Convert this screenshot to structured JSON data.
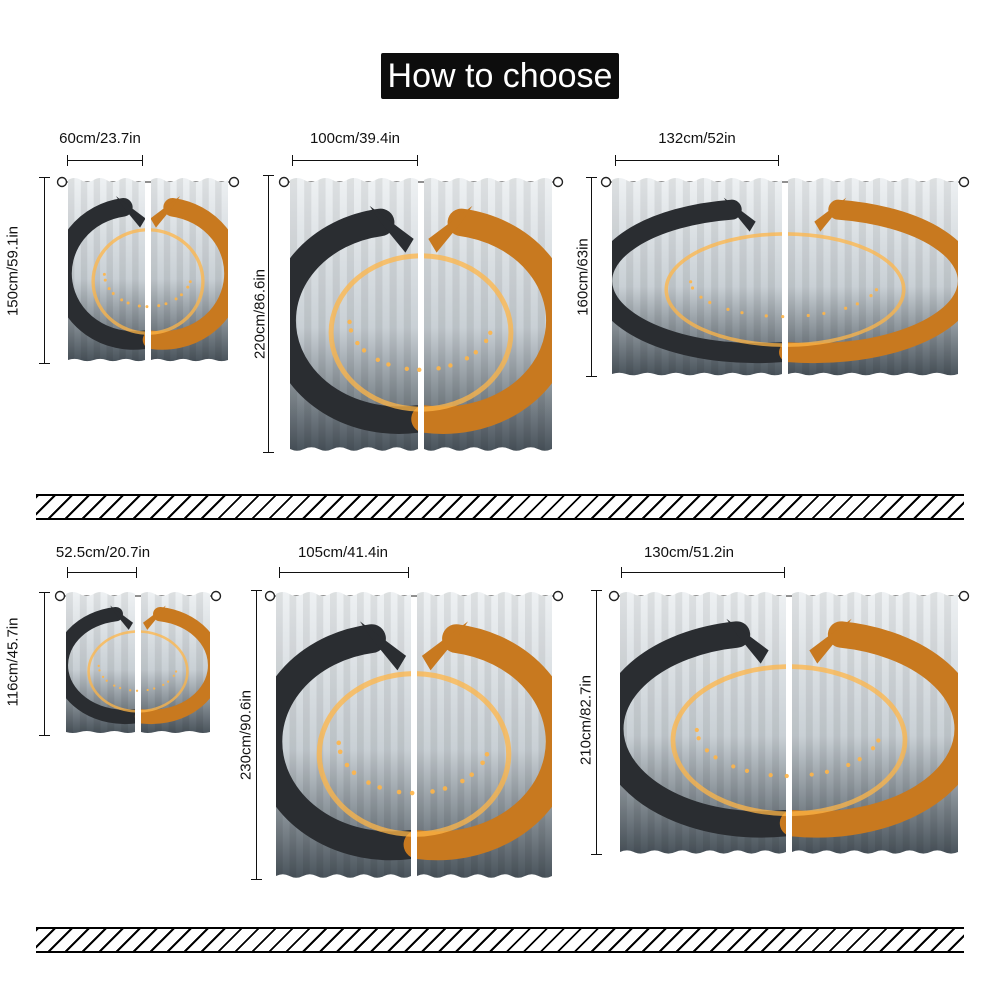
{
  "title": "How to choose",
  "colors": {
    "dragon_black": "#2a2d31",
    "dragon_orange": "#c8791f",
    "glow": "#ffb547",
    "fabric_light": "#eef1f3",
    "fabric_dark": "#4a545c"
  },
  "sizes": [
    {
      "id": "s1",
      "width_label": "60cm/23.7in",
      "height_label": "150cm/59.1in"
    },
    {
      "id": "s2",
      "width_label": "100cm/39.4in",
      "height_label": "220cm/86.6in"
    },
    {
      "id": "s3",
      "width_label": "132cm/52in",
      "height_label": "160cm/63in"
    },
    {
      "id": "s4",
      "width_label": "52.5cm/20.7in",
      "height_label": "116cm/45.7in"
    },
    {
      "id": "s5",
      "width_label": "105cm/41.4in",
      "height_label": "230cm/90.6in"
    },
    {
      "id": "s6",
      "width_label": "130cm/51.2in",
      "height_label": "210cm/82.7in"
    }
  ]
}
